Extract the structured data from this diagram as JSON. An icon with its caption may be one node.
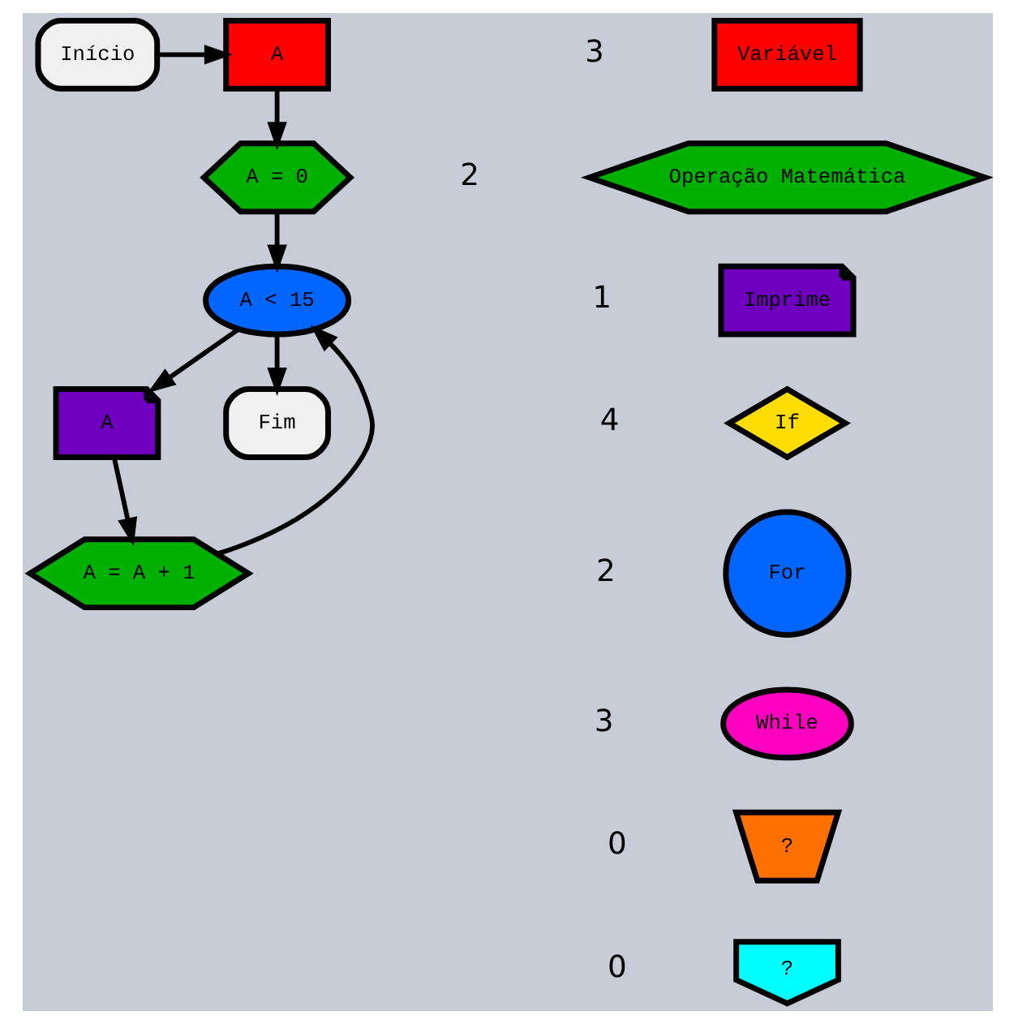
{
  "diagram": {
    "nodes": [
      {
        "text": [
          "Início"
        ]
      },
      {
        "text": [
          "A"
        ]
      },
      {
        "text": [
          "A = 0"
        ]
      },
      {
        "text": [
          "A < 15"
        ]
      },
      {
        "text": [
          "A"
        ]
      },
      {
        "text": [
          "A = A + 1"
        ]
      },
      {
        "text": [
          "Fim"
        ]
      },
      {
        "text": [
          "Variável"
        ],
        "beside": [
          "3"
        ]
      },
      {
        "text": [
          "Operação Matemática"
        ],
        "beside": [
          "2"
        ]
      },
      {
        "text": [
          "Imprime"
        ],
        "beside": [
          "1"
        ]
      },
      {
        "text": [
          "If"
        ],
        "beside": [
          "4"
        ]
      },
      {
        "text": [
          "For"
        ],
        "beside": [
          "2"
        ]
      },
      {
        "text": [
          "While"
        ],
        "beside": [
          "3"
        ]
      },
      {
        "text": [
          "?"
        ],
        "beside": [
          "0"
        ]
      },
      {
        "text": [
          "?"
        ],
        "beside": [
          "0"
        ]
      }
    ],
    "edges": [
      {
        "from": 0,
        "to": 1,
        "arrow": "to"
      },
      {
        "from": 1,
        "to": 2,
        "arrow": "to"
      },
      {
        "from": 2,
        "to": 3,
        "arrow": "to"
      },
      {
        "from": 3,
        "to": 4,
        "arrow": "to"
      },
      {
        "from": 4,
        "to": 5,
        "arrow": "to"
      },
      {
        "from": 5,
        "to": 3,
        "arrow": "to"
      },
      {
        "from": 3,
        "to": 6,
        "arrow": "to"
      }
    ]
  }
}
